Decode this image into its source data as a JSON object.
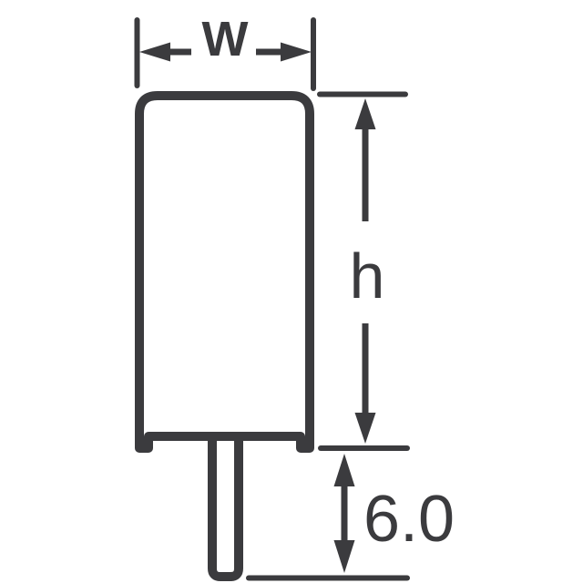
{
  "diagram": {
    "labels": {
      "width": "W",
      "height": "h",
      "lead_length": "6.0"
    },
    "colors": {
      "line": "#3b3b3e",
      "background": "#ffffff"
    }
  }
}
